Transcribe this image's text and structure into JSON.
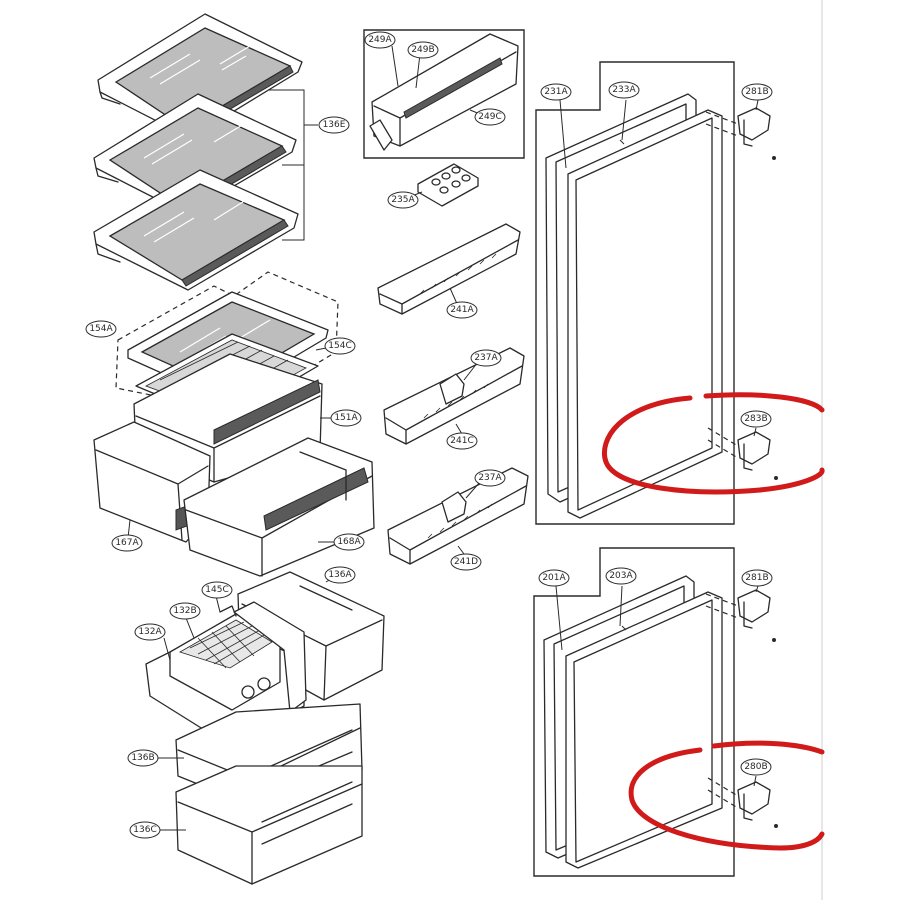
{
  "part_labels": {
    "p136E": "136E",
    "p154A": "154A",
    "p154C": "154C",
    "p151A": "151A",
    "p167A": "167A",
    "p168A": "168A",
    "p136A": "136A",
    "p145C": "145C",
    "p132B": "132B",
    "p132A": "132A",
    "p136B": "136B",
    "p136C": "136C",
    "p249A": "249A",
    "p249B": "249B",
    "p249C": "249C",
    "p235A": "235A",
    "p241A": "241A",
    "p237A": "237A",
    "p241C": "241C",
    "p237A2": "237A",
    "p241D": "241D",
    "p231A": "231A",
    "p233A": "233A",
    "p281B": "281B",
    "p283B": "283B",
    "p201A": "201A",
    "p203A": "203A",
    "p281B2": "281B",
    "p280B": "280B"
  },
  "colors": {
    "highlight": "#d11a1a",
    "line": "#2a2a2a",
    "glass": "#bdbdbd"
  }
}
